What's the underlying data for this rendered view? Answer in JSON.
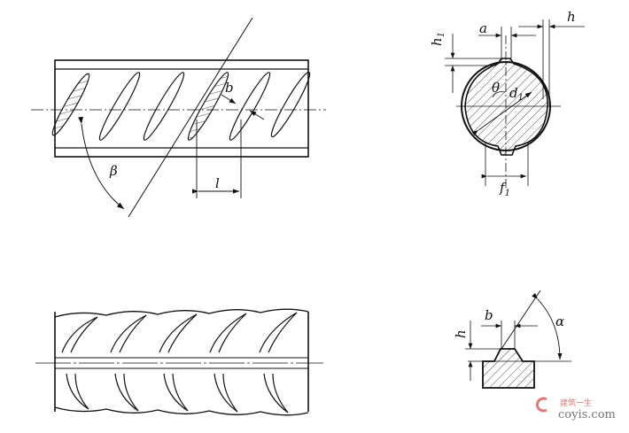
{
  "labels": {
    "beta": "β",
    "l": "l",
    "b_top": "b",
    "a": "a",
    "h_top": "h",
    "h1": "h",
    "h1_sub": "1",
    "theta": "θ",
    "d1": "d",
    "d1_sub": "1",
    "f1": "f",
    "f1_sub": "1",
    "b_bottom": "b",
    "h_bottom": "h",
    "alpha": "α"
  },
  "watermark": {
    "chinese": "建筑一生",
    "site": "coyis.com"
  }
}
